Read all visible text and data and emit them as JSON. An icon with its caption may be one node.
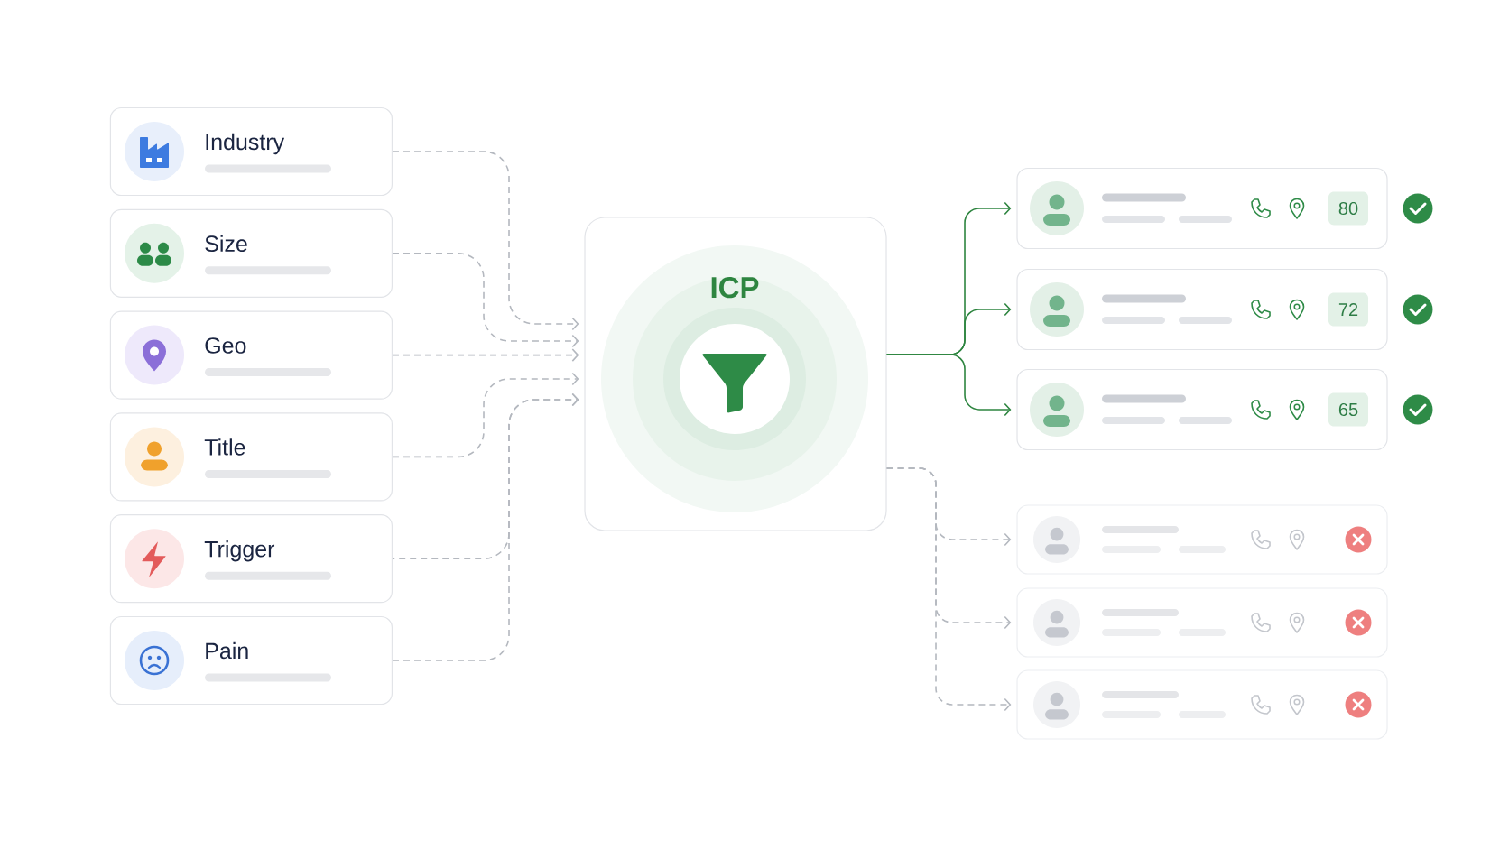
{
  "diagram": {
    "nodes": [
      {
        "text": [
          "Industry"
        ]
      },
      {
        "text": [
          "Size"
        ]
      },
      {
        "text": [
          "Geo"
        ]
      },
      {
        "text": [
          "Title"
        ]
      },
      {
        "text": [
          "Trigger"
        ]
      },
      {
        "text": [
          "Pain"
        ]
      },
      {
        "text": [
          "ICP"
        ]
      },
      {
        "text": [
          "80"
        ]
      },
      {
        "text": [
          "72"
        ]
      },
      {
        "text": [
          "65"
        ]
      },
      {
        "text": [],
        "shape": "box"
      },
      {
        "text": [],
        "shape": "box"
      },
      {
        "text": [],
        "shape": "box"
      }
    ],
    "edges": [
      {
        "from": 0,
        "to": 6,
        "arrow": "to",
        "style": "dashed"
      },
      {
        "from": 1,
        "to": 6,
        "arrow": "to",
        "style": "dashed"
      },
      {
        "from": 2,
        "to": 6,
        "arrow": "to",
        "style": "dashed"
      },
      {
        "from": 3,
        "to": 6,
        "arrow": "to",
        "style": "dashed"
      },
      {
        "from": 4,
        "to": 6,
        "arrow": "to",
        "style": "dashed"
      },
      {
        "from": 5,
        "to": 6,
        "arrow": "to",
        "style": "dashed"
      },
      {
        "from": 6,
        "to": 7,
        "arrow": "to",
        "color": "#2e8540"
      },
      {
        "from": 6,
        "to": 8,
        "arrow": "to",
        "color": "#2e8540"
      },
      {
        "from": 6,
        "to": 9,
        "arrow": "to",
        "color": "#2e8540"
      },
      {
        "from": 6,
        "to": 10,
        "arrow": "to",
        "style": "dashed"
      },
      {
        "from": 6,
        "to": 11,
        "arrow": "to",
        "style": "dashed"
      },
      {
        "from": 6,
        "to": 12,
        "arrow": "to",
        "style": "dashed"
      }
    ]
  }
}
